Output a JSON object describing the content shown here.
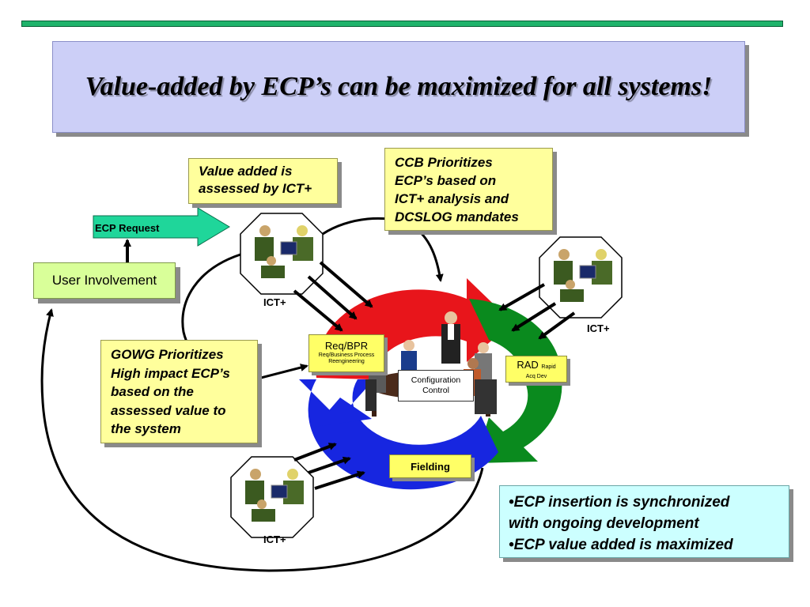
{
  "title": "Value-added by ECP’s can be maximized for all systems!",
  "notes": {
    "ict_value": [
      "Value added is",
      "assessed by ICT+"
    ],
    "ccb": [
      "CCB Prioritizes",
      "ECP’s based on",
      "ICT+ analysis and",
      "DCSLOG mandates"
    ],
    "gowg": [
      "GOWG Prioritizes",
      "High impact ECP’s",
      "based on the",
      "assessed value to",
      "the system"
    ]
  },
  "summary_bullets": [
    "•ECP insertion is synchronized",
    "with ongoing  development",
    "•ECP value added is maximized"
  ],
  "ecp_request_label": "ECP Request",
  "user_involvement_label": "User Involvement",
  "cycle": {
    "req_bpr": {
      "title": "Req/BPR",
      "subtitle": "Req/Business Process Reengineering"
    },
    "rad": {
      "title": "RAD",
      "title_small": "Rapid",
      "subtitle": "Acq Dev"
    },
    "fielding": "Fielding",
    "center": [
      "Configuration",
      "Control"
    ]
  },
  "ict_labels": [
    "ICT+",
    "ICT+",
    "ICT+"
  ],
  "colors": {
    "cycle_red": "#e8151b",
    "cycle_green": "#0a8a1e",
    "cycle_blue": "#1726e0",
    "title_bg": "#cccff7",
    "note_bg": "#ffff9c",
    "ecp_arrow": "#1fd69a"
  }
}
